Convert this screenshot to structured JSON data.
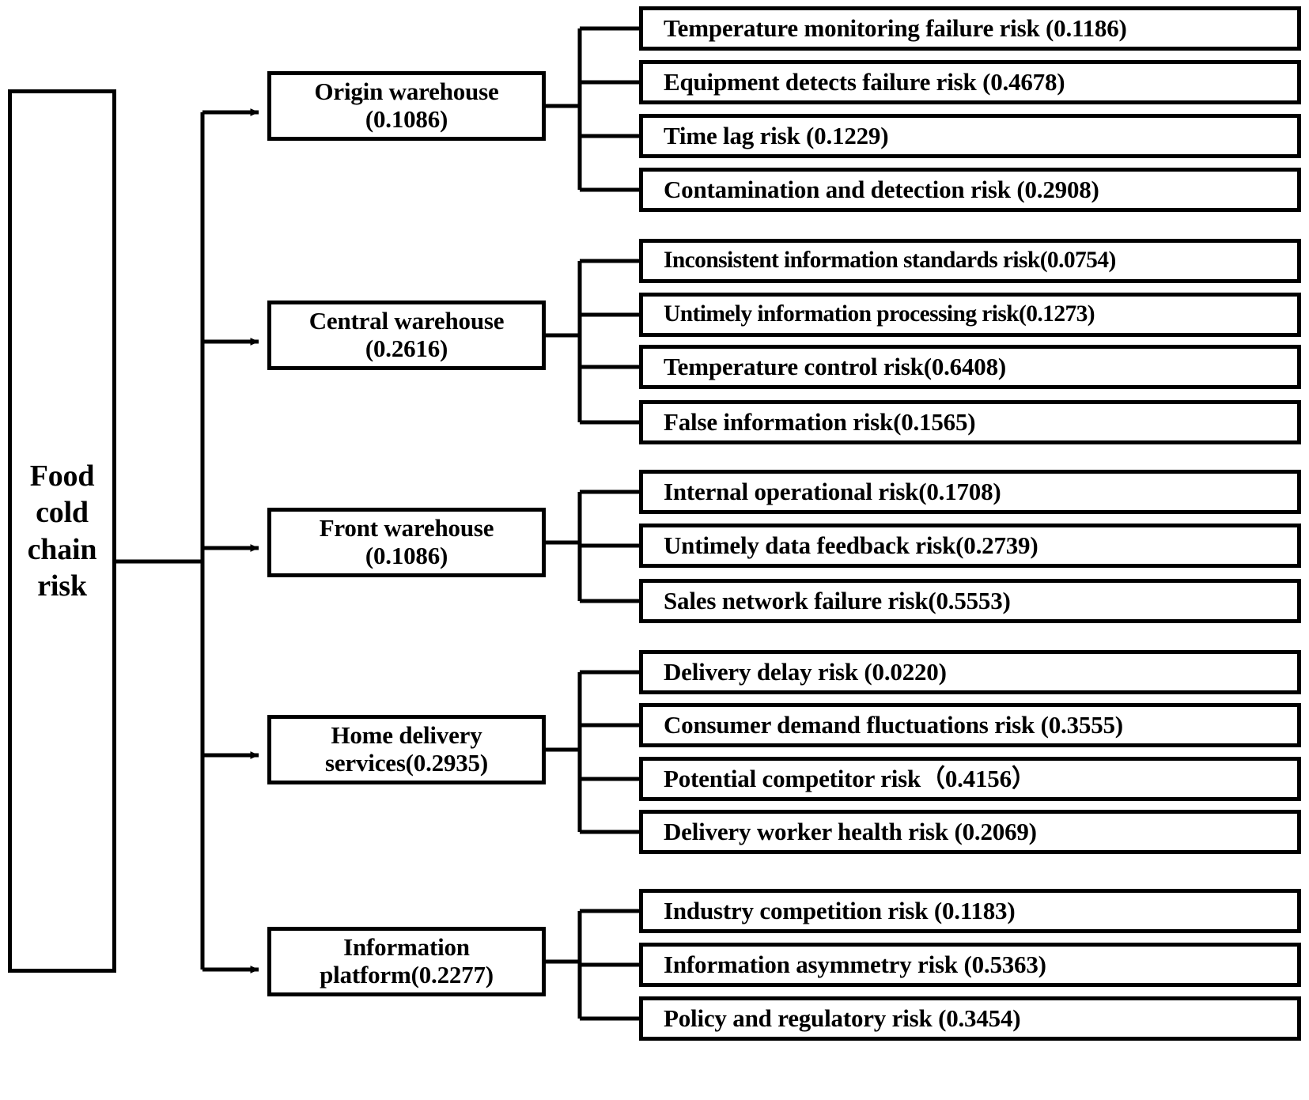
{
  "diagram": {
    "type": "hierarchy-tree",
    "orientation": "left-to-right",
    "root": {
      "label": "Food\ncold\nchain\nrisk",
      "name": "food-cold-chain-risk"
    },
    "branches": [
      {
        "name": "origin-warehouse",
        "label": "Origin warehouse\n(0.1086)",
        "weight": "0.1086",
        "leaves": [
          {
            "label": "Temperature monitoring failure risk (0.1186)",
            "weight": "0.1186"
          },
          {
            "label": "Equipment detects failure risk (0.4678)",
            "weight": "0.4678"
          },
          {
            "label": "Time lag risk (0.1229)",
            "weight": "0.1229"
          },
          {
            "label": "Contamination and detection risk (0.2908)",
            "weight": "0.2908"
          }
        ]
      },
      {
        "name": "central-warehouse",
        "label": "Central warehouse\n(0.2616)",
        "weight": "0.2616",
        "leaves": [
          {
            "label": "Inconsistent information standards risk(0.0754)",
            "weight": "0.0754"
          },
          {
            "label": "Untimely information processing risk(0.1273)",
            "weight": "0.1273"
          },
          {
            "label": "Temperature control risk(0.6408)",
            "weight": "0.6408"
          },
          {
            "label": "False information risk(0.1565)",
            "weight": "0.1565"
          }
        ]
      },
      {
        "name": "front-warehouse",
        "label": "Front warehouse\n(0.1086)",
        "weight": "0.1086",
        "leaves": [
          {
            "label": "Internal operational risk(0.1708)",
            "weight": "0.1708"
          },
          {
            "label": "Untimely data feedback risk(0.2739)",
            "weight": "0.2739"
          },
          {
            "label": "Sales network failure risk(0.5553)",
            "weight": "0.5553"
          }
        ]
      },
      {
        "name": "home-delivery-services",
        "label": "Home delivery\nservices(0.2935)",
        "weight": "0.2935",
        "leaves": [
          {
            "label": "Delivery delay risk (0.0220)",
            "weight": "0.0220"
          },
          {
            "label": "Consumer demand fluctuations risk (0.3555)",
            "weight": "0.3555"
          },
          {
            "label": "Potential competitor risk（0.4156）",
            "weight": "0.4156"
          },
          {
            "label": "Delivery worker health risk (0.2069)",
            "weight": "0.2069"
          }
        ]
      },
      {
        "name": "information-platform",
        "label": "Information\nplatform(0.2277)",
        "weight": "0.2277",
        "leaves": [
          {
            "label": "Industry competition risk (0.1183)",
            "weight": "0.1183"
          },
          {
            "label": "Information asymmetry risk (0.5363)",
            "weight": "0.5363"
          },
          {
            "label": "Policy and regulatory risk (0.3454)",
            "weight": "0.3454"
          }
        ]
      }
    ],
    "colors": {
      "stroke": "#000000",
      "fill": "#ffffff",
      "text": "#000000"
    }
  }
}
